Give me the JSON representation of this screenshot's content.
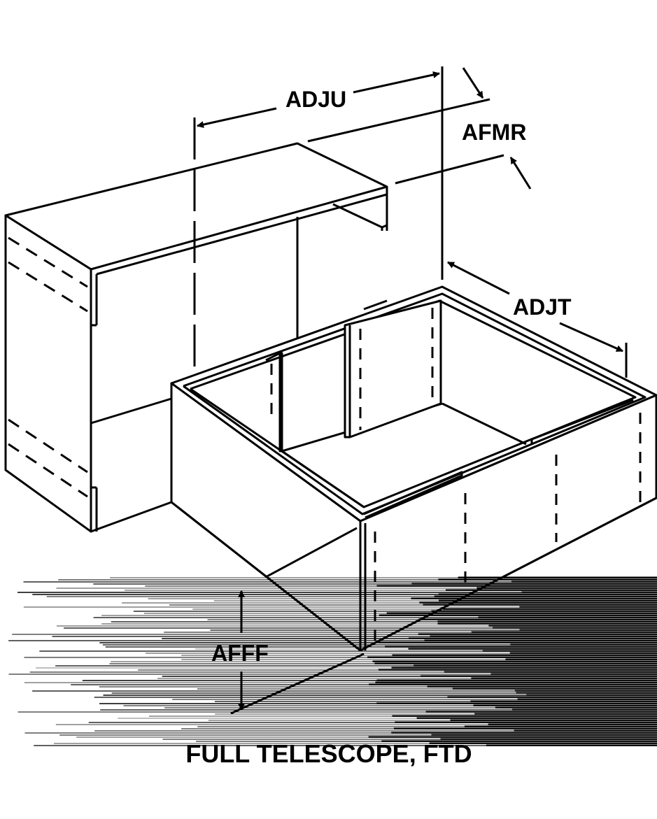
{
  "labels": {
    "adju": "ADJU",
    "afmr": "AFMR",
    "adjt": "ADJT",
    "afff": "AFFF"
  },
  "caption": "FULL TELESCOPE, FTD",
  "colors": {
    "ink": "#000000",
    "paper": "#ffffff"
  }
}
